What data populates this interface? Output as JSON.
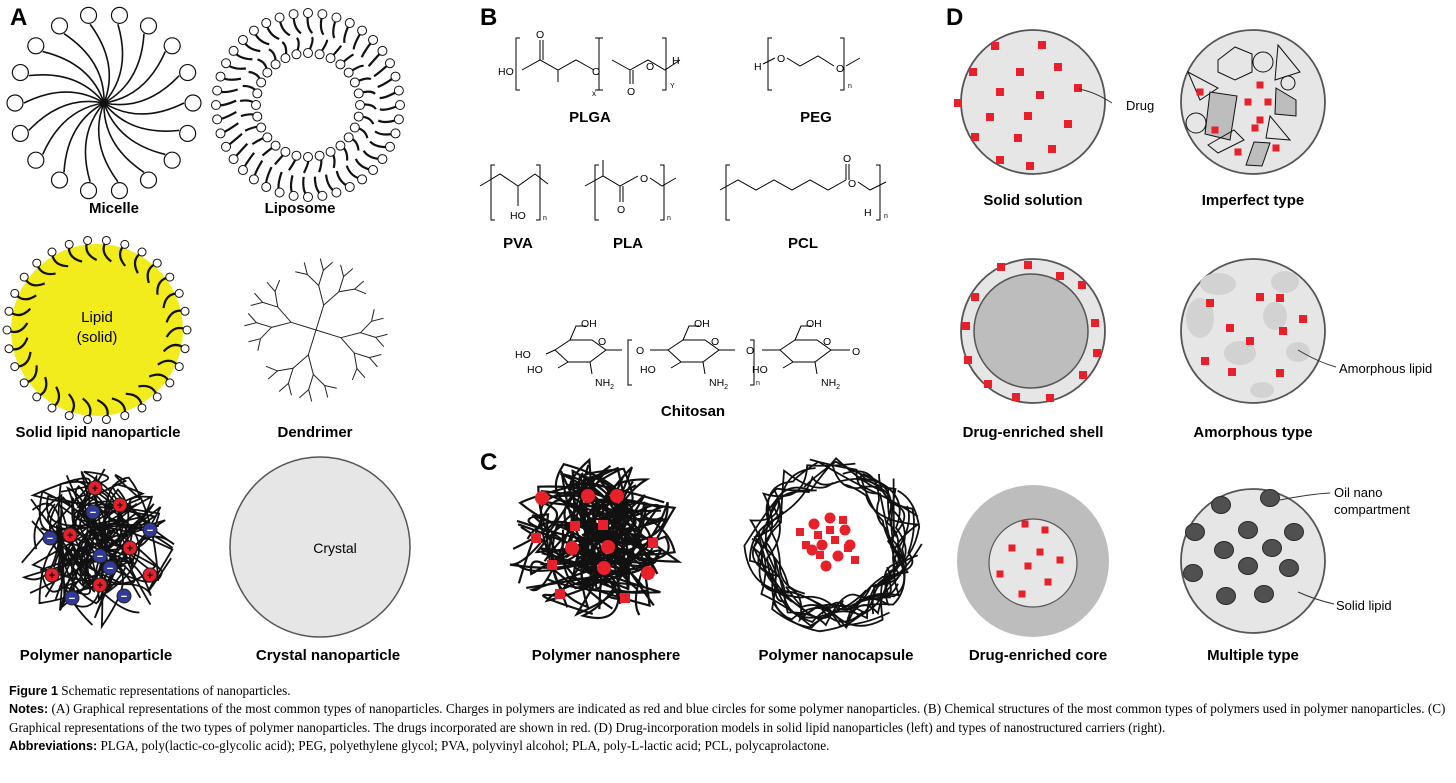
{
  "panels": {
    "a": "A",
    "b": "B",
    "c": "C",
    "d": "D"
  },
  "panel_a": {
    "micelle": "Micelle",
    "liposome": "Liposome",
    "sln": "Solid lipid nanoparticle",
    "sln_inner_1": "Lipid",
    "sln_inner_2": "(solid)",
    "dendrimer": "Dendrimer",
    "polymer_np": "Polymer nanoparticle",
    "crystal_inner": "Crystal",
    "crystal_np": "Crystal nanoparticle",
    "plus": "+",
    "minus": "−"
  },
  "panel_b": {
    "plga": "PLGA",
    "peg": "PEG",
    "pva": "PVA",
    "pla": "PLA",
    "pcl": "PCL",
    "chitosan": "Chitosan",
    "atoms": {
      "ho": "HO",
      "h": "H",
      "o": "O",
      "oh": "OH",
      "nh2": "NH",
      "sub2": "2",
      "x": "x",
      "y": "Y",
      "n": "n"
    }
  },
  "panel_c": {
    "nanosphere": "Polymer nanosphere",
    "nanocapsule": "Polymer nanocapsule"
  },
  "panel_d": {
    "solid_solution": "Solid solution",
    "imperfect": "Imperfect type",
    "shell": "Drug-enriched shell",
    "amorphous": "Amorphous type",
    "core": "Drug-enriched core",
    "multiple": "Multiple type",
    "drug": "Drug",
    "amorphous_lipid": "Amorphous lipid",
    "oil_1": "Oil nano",
    "oil_2": "compartment",
    "solid_lipid": "Solid lipid"
  },
  "caption": {
    "figure_label": "Figure 1",
    "figure_title": "Schematic representations of nanoparticles.",
    "notes_label": "Notes:",
    "notes_text": "(A) Graphical representations of the most common types of nanoparticles. Charges in polymers are indicated as red and blue circles for some polymer nanoparticles. (B) Chemical structures of the most common types of polymers used in polymer nanoparticles. (C) Graphical representations of the two types of polymer nanoparticles. The drugs incorporated are shown in red. (D) Drug-incorporation models in solid lipid nanoparticles (left) and types of nanostructured carriers (right).",
    "abbr_label": "Abbreviations:",
    "abbr_text": "PLGA, poly(lactic-co-glycolic acid); PEG, polyethylene glycol; PVA, polyvinyl alcohol; PLA, poly-L-lactic acid; PCL, polycaprolactone."
  },
  "colors": {
    "drug_red": "#e8202a",
    "minus_blue": "#2f3a9a",
    "lipid_yellow": "#f2ec1c",
    "particle_gray": "#e6e6e6",
    "core_gray": "#bdbdbd",
    "oil_dark": "#505050"
  }
}
